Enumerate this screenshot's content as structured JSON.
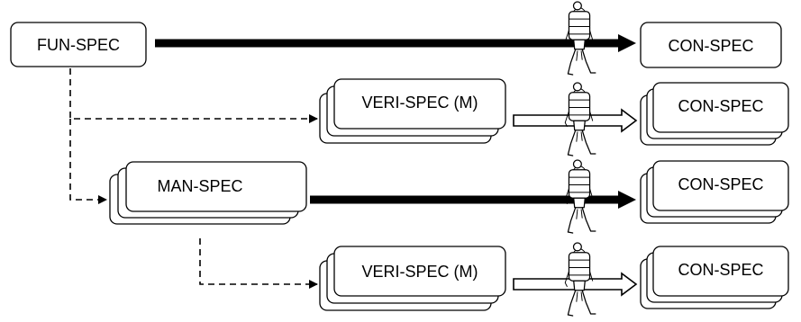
{
  "nodes": {
    "fun_spec": "FUN-SPEC",
    "man_spec": "MAN-SPEC",
    "veri_spec_top": "VERI-SPEC (M)",
    "veri_spec_bottom": "VERI-SPEC (M)",
    "con_spec_1": "CON-SPEC",
    "con_spec_2": "CON-SPEC",
    "con_spec_3": "CON-SPEC",
    "con_spec_4": "CON-SPEC"
  },
  "icons": {
    "carrier": "person-carrying-load-icon"
  },
  "colors": {
    "line": "#000000",
    "box_fill": "#ffffff"
  }
}
